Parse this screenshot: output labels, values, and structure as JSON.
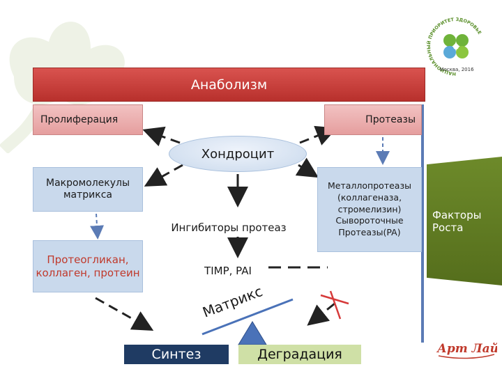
{
  "header": {
    "title": "Анаболизм"
  },
  "nodes": {
    "proliferation": "Пролиферация",
    "proteases": "Протеазы",
    "chondrocyte": "Хондроцит",
    "macromolecules": "Макромолекулы матрикса",
    "proteoglycan": "Протеогликан, коллаген, протеин",
    "metalloproteases": "Металлопротеазы (коллагеназа, стромелизин) Сывороточные Протеазы(PA)",
    "inhibitors": "Ингибиторы протеаз",
    "timp": "TIMP, PAI",
    "matrix": "Матрикс",
    "growth_factors": "Факторы Роста",
    "synthesis": "Синтез",
    "degradation": "Деградация"
  },
  "logos": {
    "health_ring": "НАЦИОНАЛЬНЫЙ ПРИОРИТЕТ ЗДОРОВЬЕ",
    "health_caption": "Москва, 2016",
    "brand": "Арт Лайф"
  },
  "colors": {
    "banner": "#c9403b",
    "pink_box": "#eeb0b0",
    "blue_box": "#c9d9ec",
    "growth": "#5f7b22",
    "synthesis": "#1f3b63",
    "degradation": "#cfe0a6",
    "cross": "#d63a3a",
    "fulcrum": "#4a72b8"
  }
}
